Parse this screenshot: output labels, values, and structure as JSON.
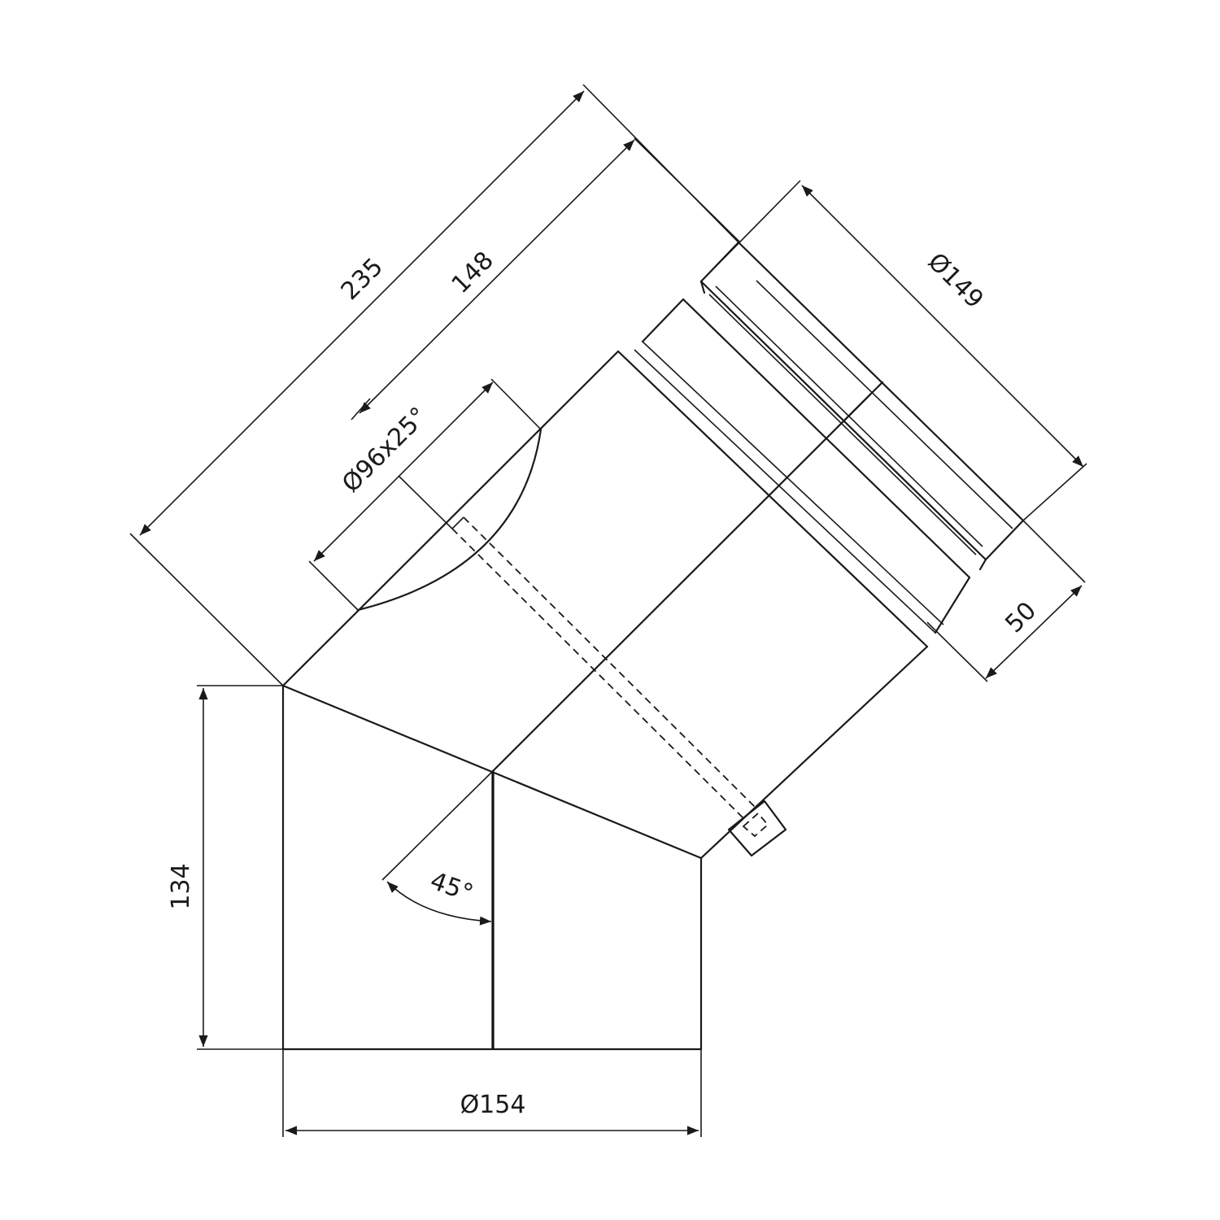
{
  "dimensions": {
    "overall_length": "235",
    "inner_length": "148",
    "branch_diameter": "Ø96x25°",
    "top_diameter": "Ø149",
    "socket_length": "50",
    "height": "134",
    "bottom_diameter": "Ø154",
    "angle": "45°"
  },
  "colors": {
    "line": "#1a1a1a",
    "background": "#ffffff"
  }
}
